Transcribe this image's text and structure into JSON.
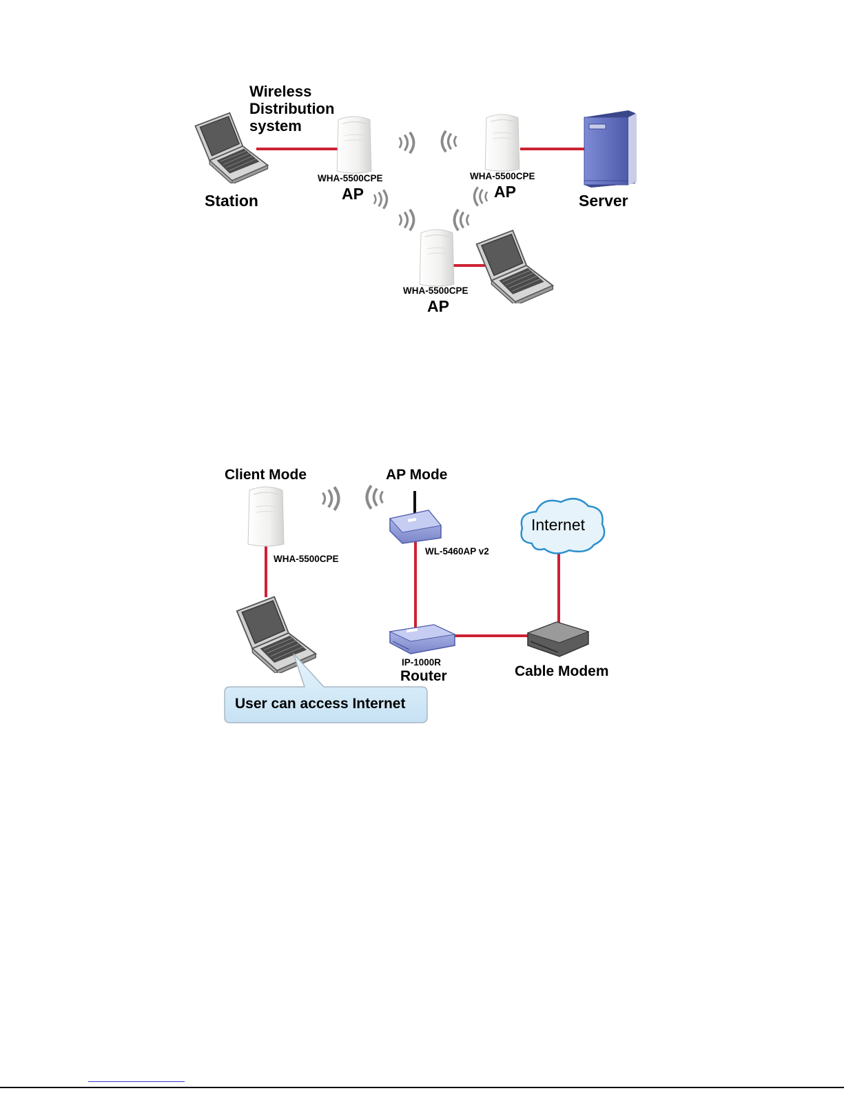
{
  "wds": {
    "title_lines": [
      "Wireless",
      "Distribution",
      "system"
    ],
    "station_label": "Station",
    "server_label": "Server",
    "aps": [
      {
        "model": "WHA-5500CPE",
        "role": "AP"
      },
      {
        "model": "WHA-5500CPE",
        "role": "AP"
      },
      {
        "model": "WHA-5500CPE",
        "role": "AP"
      }
    ]
  },
  "client": {
    "client_mode_label": "Client Mode",
    "ap_mode_label": "AP Mode",
    "cpe_model": "WHA-5500CPE",
    "ap_model": "WL-5460AP v2",
    "internet_label": "Internet",
    "router_model": "IP-1000R",
    "router_label": "Router",
    "modem_label": "Cable Modem",
    "callout": "User can access Internet"
  },
  "colors": {
    "link": "#cc2233",
    "device_white": "#f2f2f0",
    "server_blue": "#6a78c8",
    "callout_fill": "#d6ebf8",
    "cloud_fill": "#e6f3fb"
  }
}
